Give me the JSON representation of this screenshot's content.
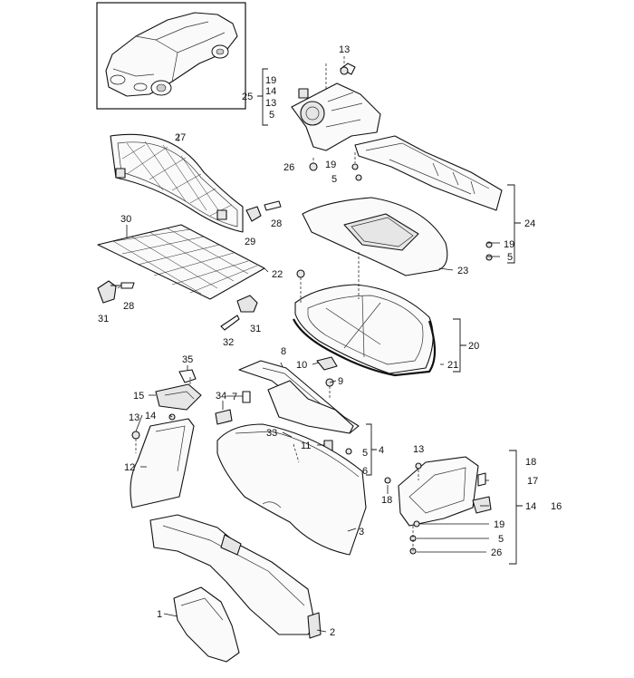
{
  "diagram": {
    "callouts": {
      "c1": "1",
      "c2": "2",
      "c3": "3",
      "c4": "4",
      "c5a": "5",
      "c5b": "5",
      "c5c": "5",
      "c5d": "5",
      "c5e": "5",
      "c6": "6",
      "c7": "7",
      "c8": "8",
      "c9": "9",
      "c10": "10",
      "c11": "11",
      "c12": "12",
      "c13a": "13",
      "c13b": "13",
      "c13c": "13",
      "c13d": "13",
      "c14a": "14",
      "c14b": "14",
      "c14c": "14",
      "c15": "15",
      "c16": "16",
      "c17": "17",
      "c18a": "18",
      "c18b": "18",
      "c19a": "19",
      "c19b": "19",
      "c19c": "19",
      "c19d": "19",
      "c20": "20",
      "c21": "21",
      "c22": "22",
      "c23": "23",
      "c24": "24",
      "c25": "25",
      "c26a": "26",
      "c26b": "26",
      "c27": "27",
      "c28a": "28",
      "c28b": "28",
      "c29": "29",
      "c30": "30",
      "c31a": "31",
      "c31b": "31",
      "c32": "32",
      "c33": "33",
      "c34": "34",
      "c35": "35"
    }
  }
}
